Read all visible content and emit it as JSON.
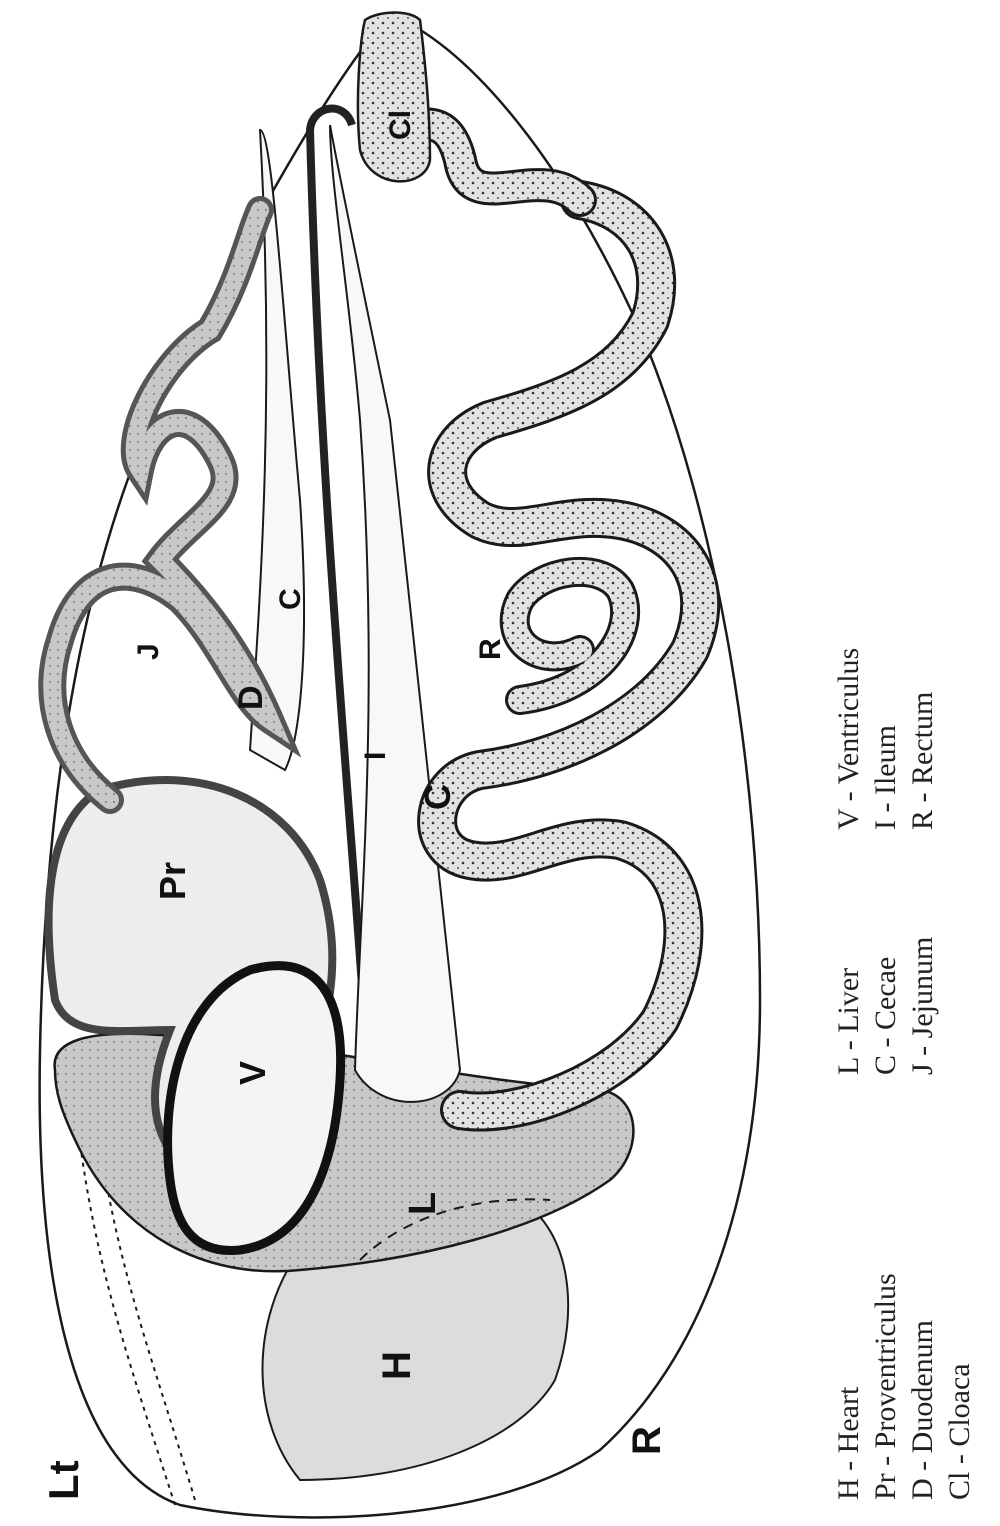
{
  "diagram": {
    "side_labels": {
      "left": "Lt",
      "right": "R"
    },
    "organ_labels": {
      "heart": "H",
      "liver": "L",
      "ventriculus": "V",
      "proventriculus": "Pr",
      "duodenum": "D",
      "ceca_upper": "C",
      "ceca_lower": "C",
      "ileum": "I",
      "jejunum": "J",
      "rectum": "R",
      "cloaca": "Cl"
    }
  },
  "legend": {
    "col1": [
      "H  -  Heart",
      "Pr  -  Proventriculus",
      "D  -  Duodenum",
      "Cl  -  Cloaca"
    ],
    "col2": [
      "L  -  Liver",
      "C  -  Cecae",
      "J  -  Jejunum"
    ],
    "col3": [
      "V  -  Ventriculus",
      "I  -  Ileum",
      "R  -  Rectum"
    ]
  },
  "colors": {
    "ink": "#1a1a1a",
    "organ_fill": "#d9d9d9",
    "organ_dark": "#9a9a9a",
    "paper": "#ffffff"
  }
}
